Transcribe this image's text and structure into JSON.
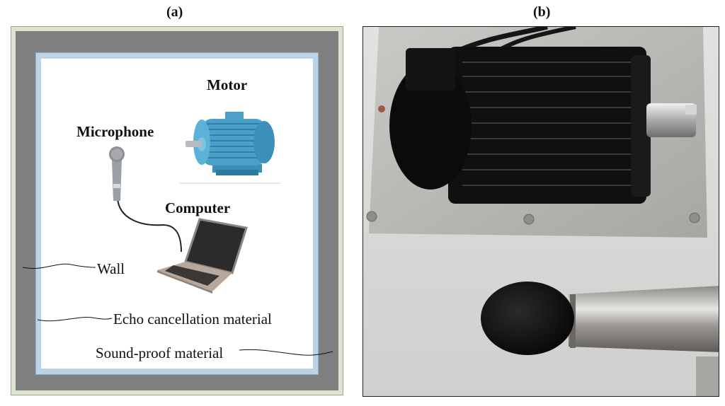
{
  "panels": {
    "a": {
      "label": "(a)"
    },
    "b": {
      "label": "(b)"
    }
  },
  "schematic": {
    "components": {
      "motor": "Motor",
      "microphone": "Microphone",
      "computer": "Computer"
    },
    "layers": {
      "wall": "Wall",
      "echo_material": "Echo cancellation material",
      "soundproof_material": "Sound-proof material"
    }
  },
  "colors": {
    "soundproof": "#dde4cf",
    "wall": "#7f7f7f",
    "echo": "#bcd3e6",
    "motor_body": "#4aa0c8",
    "motor_photo": "#111111",
    "plate": "#b9b9b6",
    "background_photo": "#dcdcda"
  }
}
